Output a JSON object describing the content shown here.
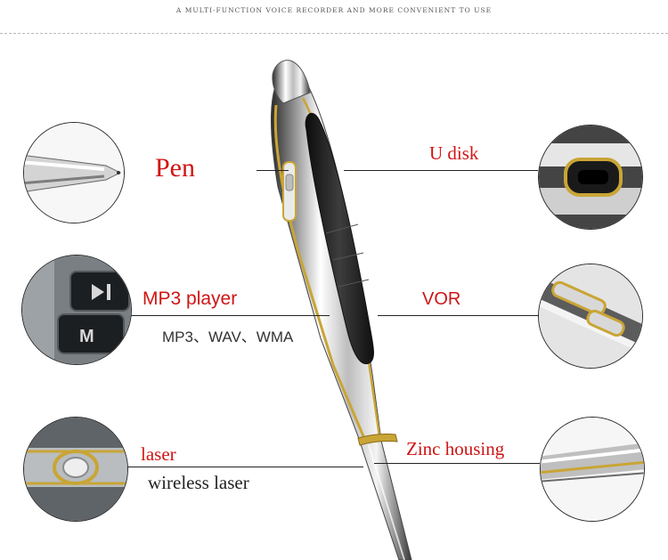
{
  "tagline": "A MULTI-FUNCTION VOICE RECORDER AND MORE CONVENIENT TO USE",
  "features": {
    "pen": {
      "label": "Pen"
    },
    "udisk": {
      "label": "U disk"
    },
    "mp3": {
      "label": "MP3 player",
      "sub": "MP3、WAV、WMA"
    },
    "vor": {
      "label": "VOR"
    },
    "laser": {
      "label": "laser",
      "sub": "wireless laser"
    },
    "zinc": {
      "label": "Zinc housing"
    }
  },
  "colors": {
    "accent": "#d01414",
    "gold": "#c9a536"
  },
  "icons": [
    "play-pause-icon",
    "m-icon"
  ]
}
